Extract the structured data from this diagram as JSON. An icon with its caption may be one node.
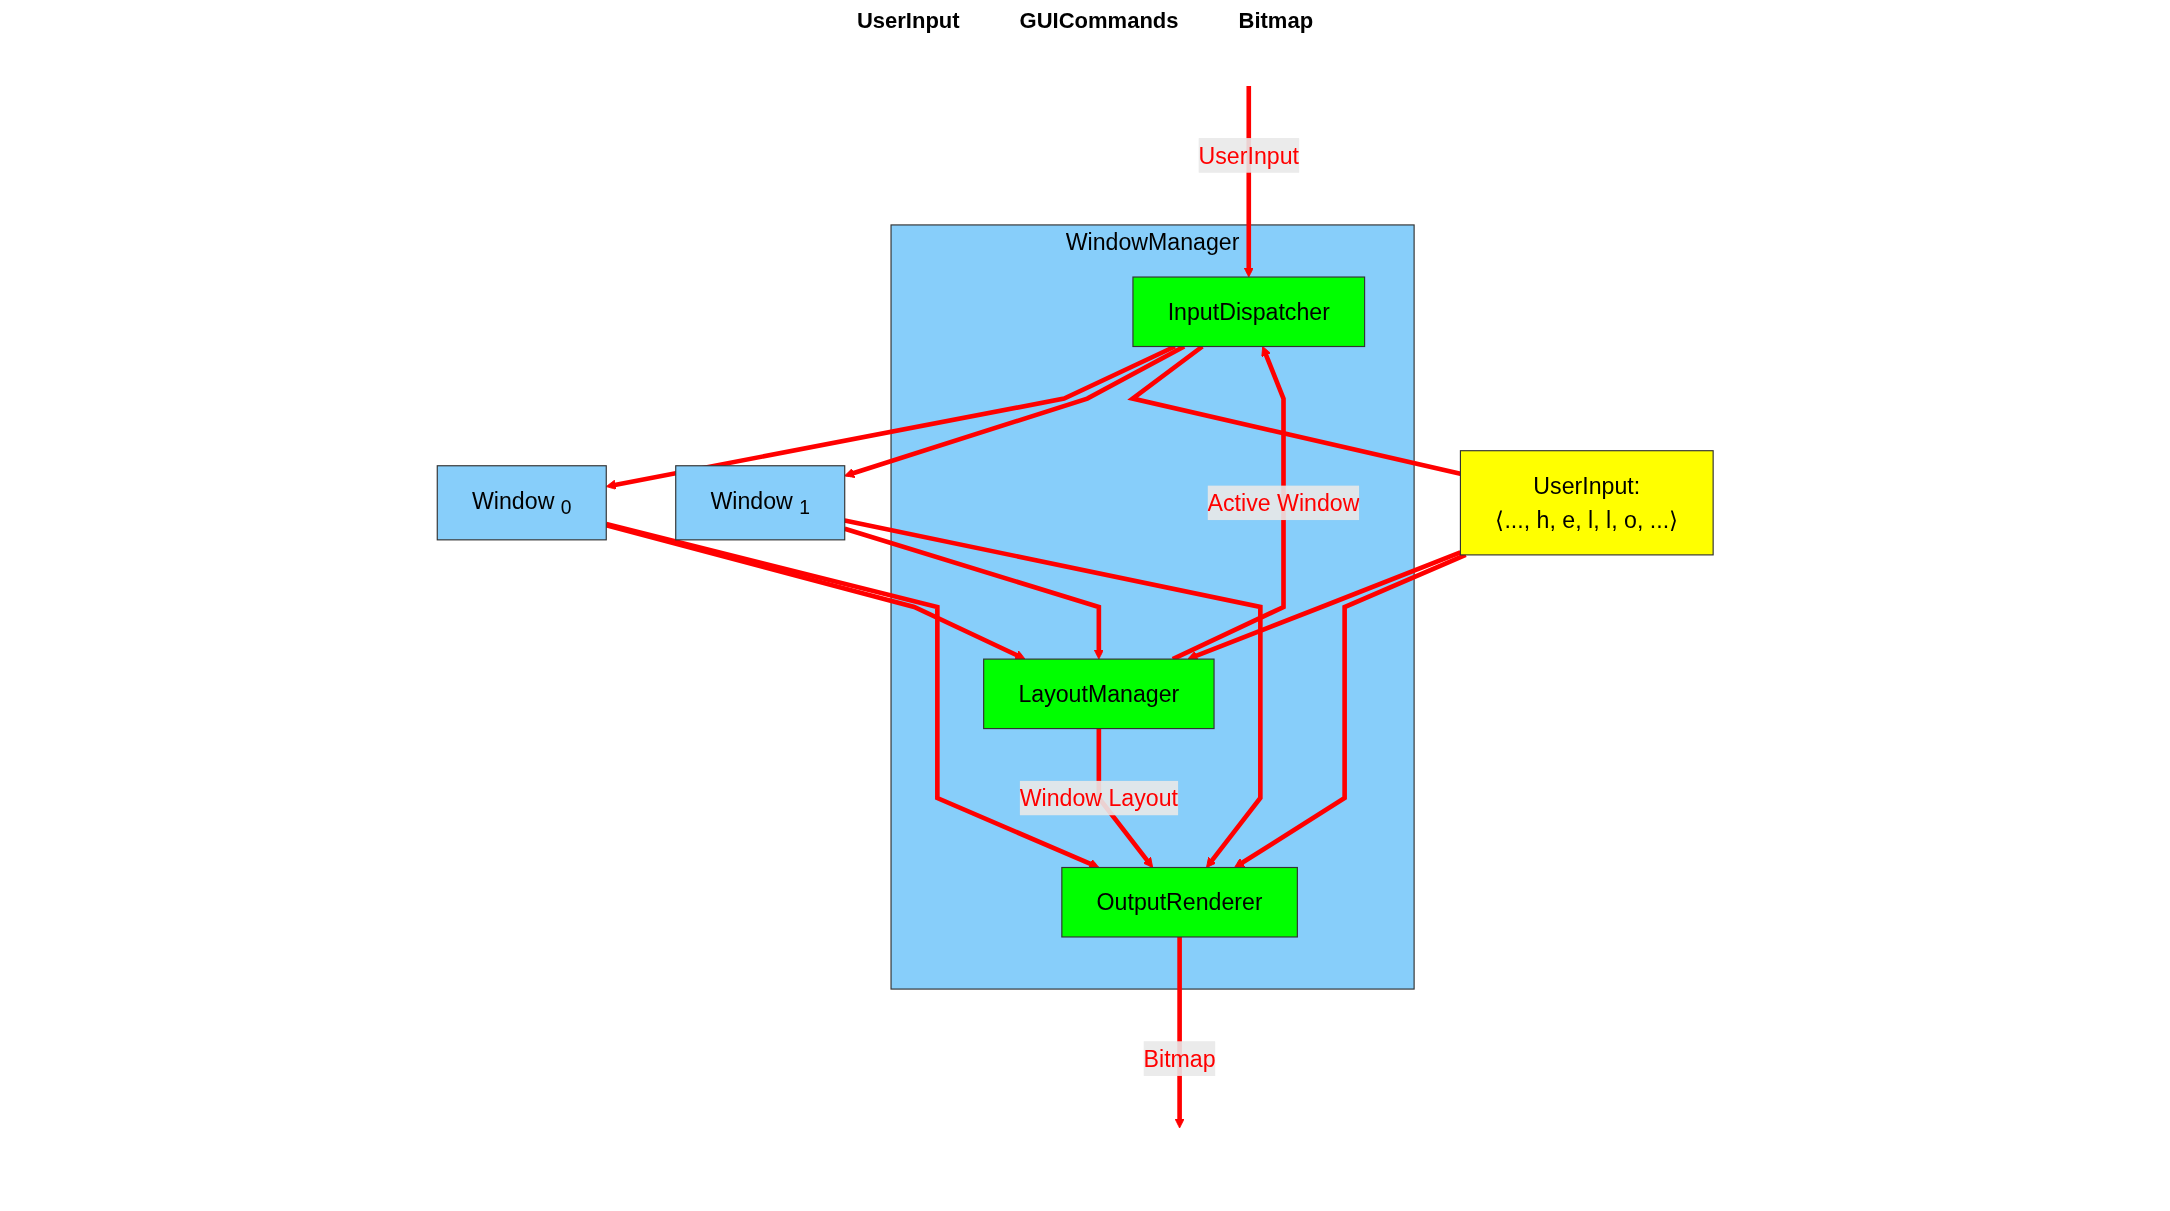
{
  "diagram": {
    "nodes": [
      {
        "text": [
          "WindowManager"
        ]
      },
      {
        "text": [
          "InputDispatcher"
        ],
        "in": 0
      },
      {
        "text": [
          "LayoutManager"
        ],
        "in": 0
      },
      {
        "text": [
          "OutputRenderer"
        ],
        "in": 0
      },
      {
        "text": [
          "Window $_{0}$"
        ]
      },
      {
        "text": [
          "Window $_{1}$"
        ]
      },
      {
        "text": [
          "UserInput:",
          "⟨..., h, e, l, l, o, ...⟩"
        ]
      }
    ],
    "edges": [
      {
        "from": null,
        "to": 1,
        "label": "UserInput",
        "arrow": "to"
      },
      {
        "from": 2,
        "to": 1,
        "label": "Active Window",
        "arrow": "to"
      },
      {
        "from": 2,
        "to": 3,
        "label": "Window Layout",
        "arrow": "to"
      },
      {
        "from": 3,
        "to": null,
        "label": "Bitmap",
        "arrow": "to"
      },
      {
        "from": 1,
        "to": 4,
        "arrow": "to"
      },
      {
        "from": 1,
        "to": 5,
        "arrow": "to"
      },
      {
        "from": 1,
        "to": 6,
        "arrow": "none"
      },
      {
        "from": 4,
        "to": 2,
        "arrow": "to"
      },
      {
        "from": 5,
        "to": 2,
        "arrow": "to"
      },
      {
        "from": 6,
        "to": 2,
        "arrow": "to"
      },
      {
        "from": 4,
        "to": 3,
        "arrow": "to"
      },
      {
        "from": 5,
        "to": 3,
        "arrow": "to"
      },
      {
        "from": 6,
        "to": 3,
        "arrow": "to"
      }
    ],
    "labels": [
      "UserInput",
      "GUICommands",
      "Bitmap"
    ]
  }
}
